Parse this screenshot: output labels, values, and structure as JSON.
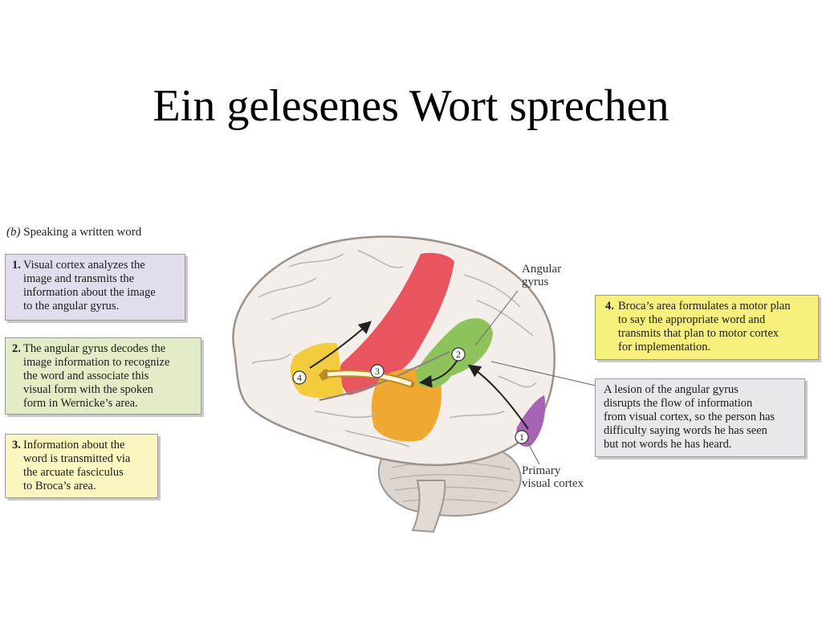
{
  "title": "Ein gelesenes Wort sprechen",
  "figure": {
    "panel_letter": "(b)",
    "subtitle": "Speaking a written word",
    "labels": {
      "angular_gyrus": "Angular\ngyrus",
      "primary_visual_cortex": "Primary\nvisual cortex"
    },
    "markers": [
      "1",
      "2",
      "3",
      "4"
    ],
    "steps": [
      {
        "num": "1.",
        "text": "Visual cortex analyzes the\nimage and transmits the\ninformation about the image\nto the angular gyrus."
      },
      {
        "num": "2.",
        "text": "The angular gyrus decodes the\nimage information to recognize\nthe word and associate this\nvisual form with the spoken\nform in Wernicke’s area."
      },
      {
        "num": "3.",
        "text": "Information about the\nword is transmitted via\nthe arcuate fasciculus\nto Broca’s area."
      },
      {
        "num": "4.",
        "text": "Broca’s area formulates a motor plan\nto say the appropriate word and\ntransmits that plan to motor cortex\nfor implementation."
      }
    ],
    "lesion_note": "A lesion of the angular gyrus\ndisrupts the flow of information\nfrom visual cortex, so the person has\ndifficulty saying words he has seen\nbut not words he has heard.",
    "colors": {
      "box1": "#e3dbee",
      "box2": "#e2edc8",
      "box3": "#fbf6bf",
      "box4": "#f8f07c",
      "box5": "#e6e8ec",
      "motor_cortex": "#e8555e",
      "broca": "#f2cc3c",
      "wernicke": "#f0a830",
      "angular_gyrus": "#8ec25a",
      "visual_cortex": "#a864b4"
    }
  }
}
